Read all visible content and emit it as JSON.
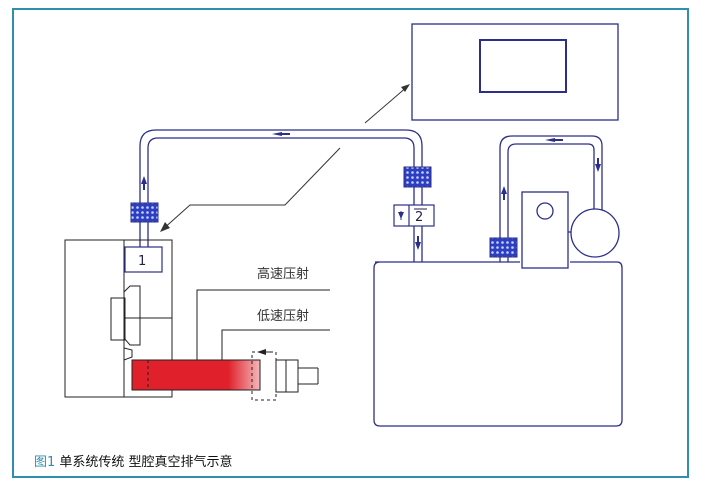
{
  "labels": {
    "high_speed": "高速压射",
    "low_speed": "低速压射",
    "valve1": "1",
    "valve2": "2"
  },
  "caption": {
    "figure_no": "图1",
    "text": "单系统传统 型腔真空排气示意"
  },
  "colors": {
    "frame": "#2f8fae",
    "pipe": "#2b2f8a",
    "filter": "#3a4dc4",
    "shot_red": "#e0202a"
  }
}
